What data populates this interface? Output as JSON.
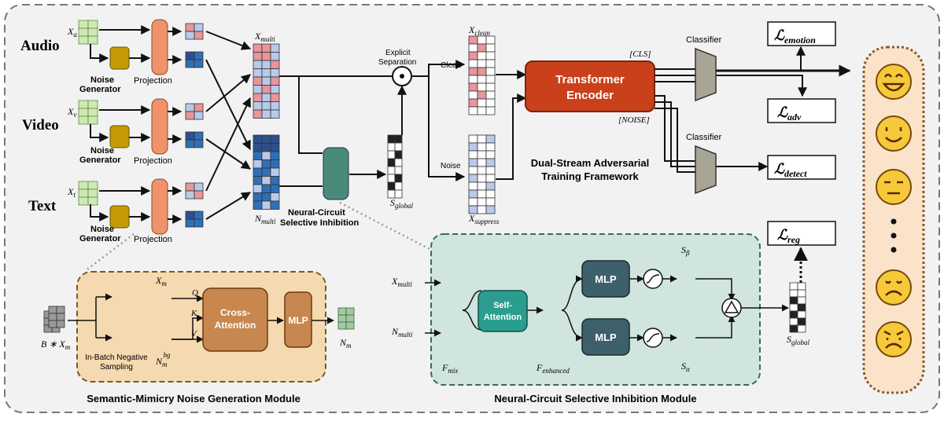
{
  "modalities": [
    "Audio",
    "Video",
    "Text"
  ],
  "labels": {
    "xa": "X",
    "xa_sub": "a",
    "xv": "X",
    "xv_sub": "v",
    "xt": "X",
    "xt_sub": "t",
    "noise_generator": [
      "Noise",
      "Generator"
    ],
    "projection": "Projection",
    "x_multi": "X",
    "x_multi_sub": "multi",
    "n_multi": "N",
    "n_multi_sub": "multi",
    "nc_label": [
      "Neural-Circuit",
      "Selective Inhibition"
    ],
    "s_global": "S",
    "s_global_sub": "global",
    "explicit_separation": [
      "Explicit",
      "Separation"
    ],
    "clean": "Clean",
    "noise": "Noise",
    "x_clean": "X",
    "x_clean_sub": "clean",
    "x_suppress": "X",
    "x_suppress_sub": "suppress",
    "transformer": [
      "Transformer",
      "Encoder"
    ],
    "cls": "[CLS]",
    "noise_token": "[NOISE]",
    "dual_stream": [
      "Dual-Stream Adversarial",
      "Training Framework"
    ],
    "classifier": "Classifier",
    "loss_emotion_sub": "emotion",
    "loss_adv_sub": "adv",
    "loss_detect_sub": "detect",
    "loss_reg_sub": "reg",
    "loss_symbol": "ℒ"
  },
  "smng": {
    "title": "Semantic-Mimicry Noise Generation Module",
    "batch": "B ∗ X",
    "batch_sub": "m",
    "xm": "X",
    "xm_sub": "m",
    "q": "Q",
    "k": "K",
    "v": "V",
    "nbg": "N",
    "nbg_sub": "m",
    "nbg_sup": "bg",
    "in_batch": [
      "In-Batch Negative",
      "Sampling"
    ],
    "cross_attention": [
      "Cross-",
      "Attention"
    ],
    "mlp": "MLP",
    "nm": "N",
    "nm_sub": "m"
  },
  "ncsi": {
    "title": "Neural-Circuit Selective Inhibition Module",
    "x_multi": "X",
    "x_multi_sub": "multi",
    "n_multi": "N",
    "n_multi_sub": "multi",
    "self_attention": [
      "Self-",
      "Attention"
    ],
    "f_mix": "F",
    "f_mix_sub": "mix",
    "f_enh": "F",
    "f_enh_sub": "enhanced",
    "mlp": "MLP",
    "s_beta": "S",
    "s_beta_sub": "β",
    "s_alpha": "S",
    "s_alpha_sub": "α",
    "s_global": "S",
    "s_global_sub": "global"
  },
  "emotions": [
    "happy",
    "smile",
    "neutral",
    "ellipsis",
    "sad",
    "angry"
  ],
  "colors": {
    "green": "#cfe8b5",
    "green_border": "#5a8c3a",
    "orange": "#f0936a",
    "olive": "#c49a06",
    "pink": "#e8959b",
    "lightblue": "#b9c9ea",
    "blue": "#2f6fb5",
    "darkblue": "#2d4f8c",
    "teal": "#4a8a7a",
    "transformer": "#c9401b",
    "classifier": "#a8a496",
    "cross_attn": "#c7874f",
    "self_attn": "#2a9d8f",
    "mlp_dark": "#3e5f6c",
    "emoji_bg": "#fbe3c9",
    "emoji_face": "#f6c93a"
  }
}
